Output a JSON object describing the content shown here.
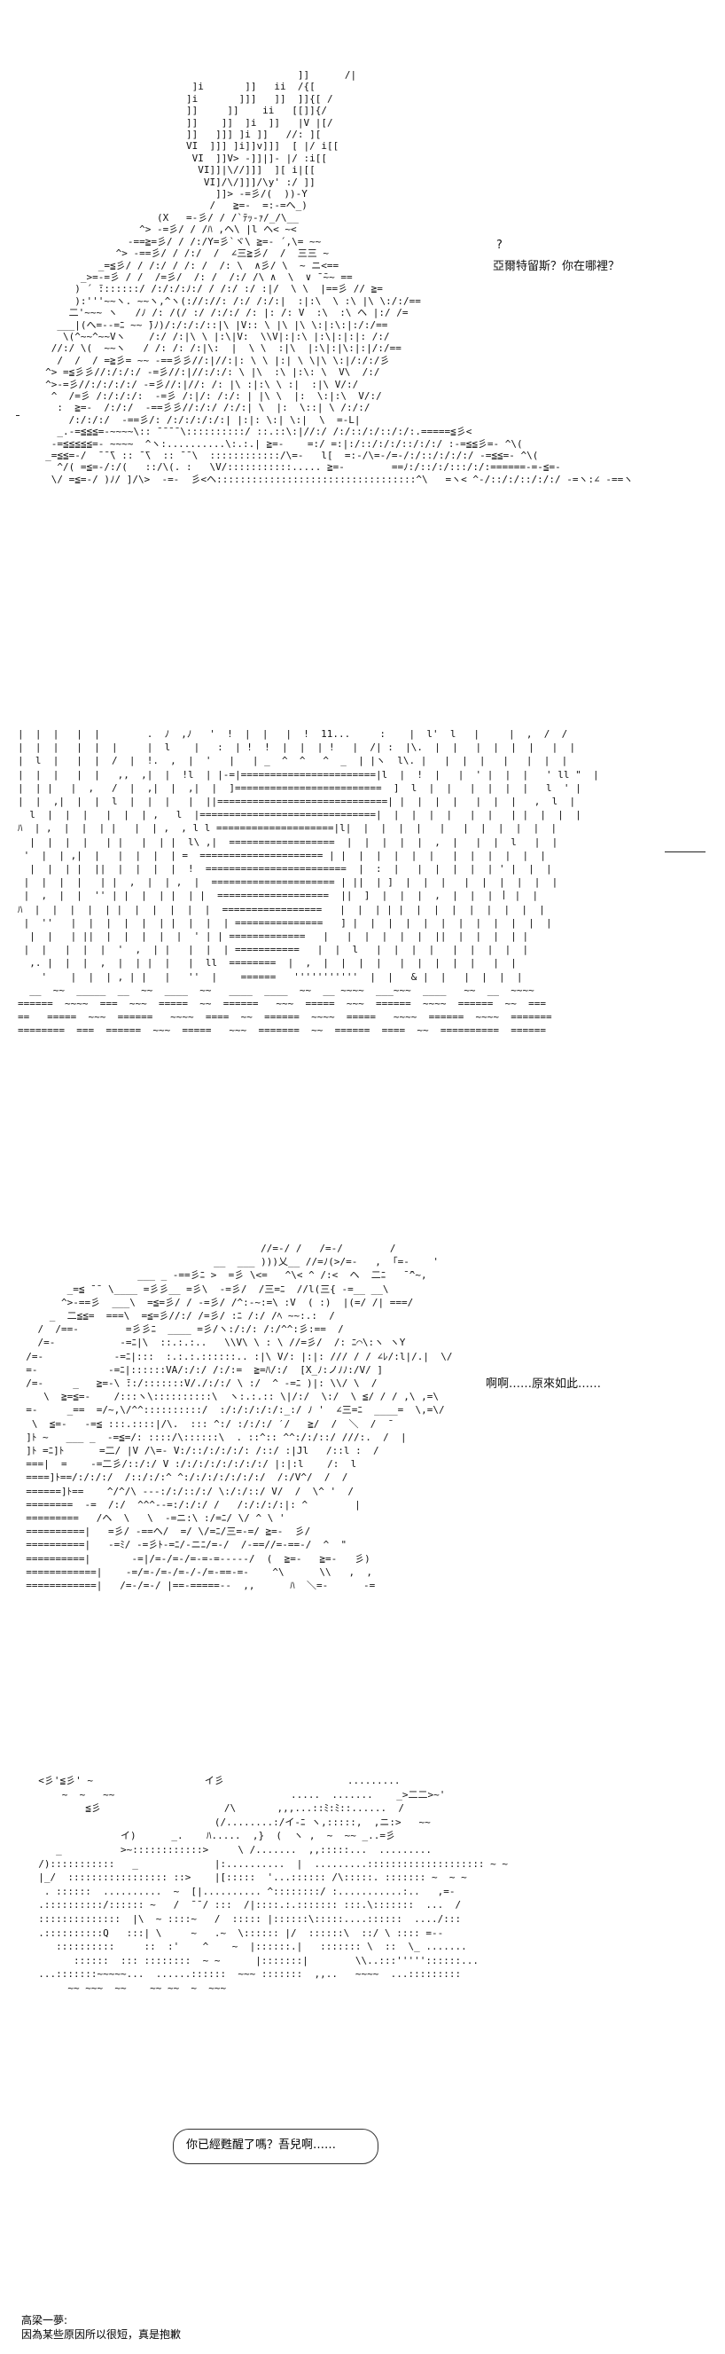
{
  "panel1": {
    "question_mark": "?",
    "dialog": "亞爾特留斯？你在哪裡？",
    "aa_lines": [
      "                                                ]]      /|",
      "                              ]i       ]]   ii  /{[",
      "                             ]i       ]]]   ]]  ]]{[ /",
      "                             ]]     ]]    ii   [[]]{/",
      "                             ]]    ]]  ]i  ]]   |V |[/",
      "                             ]]   ]]] ]i ]]   //: ][",
      "                             VI  ]]] ]i]]v]]]  [ |/ i[[",
      "                              VI  ]]V> -]]|]- |/ :i[[",
      "                               VI]]|\\//]]]  ][ i|[[",
      "                                VI]/\\/]]]/\\y' :/ ]]",
      "                                  ]]> -=彡/(  ))-Y",
      "                                 /   ≧=-  =:-=へ_)",
      "                        (X   =-彡/ / /`ﾃｯ‐ｧ/_/\\__",
      "                     ^> -=彡/ / /ﾊ ,ヘ\\ |l ヘ< ~<",
      "                   -==≧=彡/ / /:/Y=彡`ヾ\\ ≧=- ´,\\= ~~",
      "                 ^> -==彡/ / /:/  /  ∠三≧彡/  /  三三 ~",
      "              _=≦彡/ / /:/ / /: /  /: \\  ∧彡/ \\  ~ ニ<==",
      "           _>=-=彡 / /  /=彡/  /: /  /:/ /\\ ∧  \\  ∨ ̄ ̄~~ ==",
      "          ) ´ ̄:::::::/ /:/:/:ﾉ:/ / /:/ :/ :|/  \\ \\  |==彡 // ≧=",
      "          ):'''~~ヽ. ~~ヽ,^ヽ(://://: /:/ /:/:|  :|:\\  \\ :\\ |\\ \\:/:/==",
      "         二'~~~ ヽ   /ﾉ /: /(/ :/ /:/:/ /: |: /: V  :\\  :\\ ヘ |:/ /=",
      "       ___|(へ=--=ﾆ ~~ ̄)ﾉ)/:/:/:/::|\\ |V:: \\ |\\ |\\ \\:|:\\:|:/:/==",
      "        \\(^~~^~~Vヽ    /:/ /:|\\ \\ |:\\|V:  \\\\V|:|:\\ |:\\|:|:|: /:/",
      "      //:/ \\(  ~~ヽ   / /: /: /:|\\:  |  \\ \\  :|\\  |:\\|:|\\:|:|/:/==",
      "       /  /  / =≧彡= ~~ -==彡彡//:|//:|: \\ \\ |:| \\ \\|\\ \\:|/:/:/彡",
      "     ^> =≦彡彡//:/:/:/ -=彡//:|//:/:/: \\ |\\  :\\ |:\\: \\  V\\  /:/",
      "     ^>-=彡//:/:/:/:/ -=彡//:|//: /: |\\ :|:\\ \\ :|  :|\\ V/:/",
      "      ^  /=彡 /:/:/:/:  -=彡 /:|/: /:/: | |\\ \\  |:  \\:|:\\  V/:/",
      "       :  ≧=-  /:/:/  -==彡彡//:/:/ /:/:| \\  |:  \\::| \\ /:/:/",
      "         /:/:/:/  -==彡/: /:/:/:/:/:| |:|: \\:| \\:|  \\  =-L|",
      "       _.-=≦≦≦=-~~~~\\:: ̄ ̄ ̄ ̄ \\::::::::::/ ::.::\\:|//:/ /:/::/:/::/:/:.=====≦彡<",
      "      -=≦≦≦≦≦=- ~~~~  ^ヽ:..........\\:.:.| ≧=-    =:/ =:|:/::/:/:/::/:/:/ :-=≦≦彡=- ^\\(",
      "     _=≦≦=-/  ̄ ̄ ̄\\ :: ̄ ̄\\  :: ̄ ̄ \\  ::::::::::::/\\=-   l[  =:-/\\=-/=-/:/::/:/:/:/ -=≦≦=- ^\\(",
      "       ^/( =≦=-/:/(   ::/\\(. :   \\V/:::::::::::..... ≧=-        ==ﾉ:/::/:/:::/:/:======-=-≦=-",
      "      \\/ =≦=-/ )ﾉ/ ]/\\>  -=-  彡<ヘ::::::::::::::::::::::::::::::::::^\\   =ヽ< ^-/::/:/::/:/:/ -=ヽ:∠ -==ヽ"
    ]
  },
  "panel2": {
    "aa_lines": [
      "|  |  |   |  |        .  ﾉ  ,ﾉ   '  !  |  |   |  !  11...     :    |  l'  l   |     |  ,  /  /",
      "|  |  |   |  |  |     |  l    |   :  | !  !  |  |  | !   |  /| :  |\\.  |  |   |  |  |  |   |  |",
      "|  l  |   |  |  /  |  !.  ,  |  '   |   | _  ^  ^   ^  _  | |ヽ  l\\. |   |  |  |   |   |  |  |",
      "|  |  |   |  |   ,,  ,|  |  !l  | |-=|=======================|l  |  !  |   |  ' |  |  |   ' ll \"  |",
      "|  | |   |  ,   /  |  ,|  |  ,|  |  ]=========================  ]  l  |  |   |  |  |  |   l  ' |",
      "|  |  ,|  |  |  l  |  |  |   |  ||=============================| |  |  |  |   |  |  |   ,  l  |",
      "  l  |  |  |   |  |  | ,   l  |==============================|  |  |  |  |   |  |   | |  |  |  |",
      "ﾊ  | ,  |  |  | |   |  | ,  , l l ====================|l|  |  |  |  |   |   |  |  |  |  |  |",
      "  |  |  |  |   | |   |  | |  l\\ ,|  ==================  |  |  |  |  |  ,  |   |  |  l   |  |",
      " '  |  | ,|  |   |  |  |  | =  ===================== | |  |  |  |  |  |   |  |  |  |  |  |",
      "  |  |  | |  ||  |  |  |  |  !  ========================  |  :  |   |  |  |  |  | ' |  |  |",
      " |  |  |  |   | |  ,  |  | ,  |  ===================== | ||  | ]  |  |  |   |  |  |  |  |  |",
      " |  ,  |  |  '' | |  |  | |  | |  ===================  ||  ]  |  |  |  ,  |  |  | 丨 |  |",
      "ﾊ  |  |  |  |  | |  |  |  |  |  |  =================   |  |  | | |  |  |  |  |  |  |  |  |",
      " |  ''   |  |  |  |  |  | |  |  |  | ===============   ] |  |  |  |  |  |  |  |  |  |  |  |",
      "  |  |   | ||  |  |  |  |  |  ' | | =============   |   |  |  |  |  |  ||  |  |  |  | |",
      " |  |   |  |  |  '  ,  | |   |  |  | ===========   |  |  l   |  |  |  |   |  |  |  |  |",
      "  ,. |  |  |  ,  |  | |  |   |  ll  ========  |  ,  |  |  |  |   |  |  |  |  |   |  |",
      "    '    |  |  | , | |   |   ''  |    ======   '''''''''''  |  |   & |  |   |  |  |  |",
      "  __  ~~  _____  __  ~~  ____  ~~   ____  ____  ~~  __ ~~~~  ___~~~  ____   ~~  __  ~~~~  ",
      "======  ~~~~  ===  ~~~  =====  ~~  ======   ~~~  =====  ~~~  ======  ~~~~  ======  ~~  ===",
      "==   =====  ~~~  ======   ~~~~  ====  ~~  ======  ~~~~  =====   ~~~~  ======  ~~~~  =======",
      "========  ===  ======  ~~~  =====   ~~~  =======  ~~  ======  ====  ~~  ==========  ======"
    ]
  },
  "panel3": {
    "dialog": "啊啊……原來如此……",
    "aa_lines": [
      "                                          //=-/ /   /=-/        /",
      "                                  __  ___ )))乂__ //=ﾉ(>/=-   ,  ｢=-    '",
      "                     ___ _ -==彡ﾆ >  =彡 \\<=   ^\\< ^ /:<  ヘ  二ﾆ   ̄ ̄^~,",
      "         _=≦ ̄ ̄  \\____ =彡彡__ =彡\\  -=彡/  /三=ﾆ  //l(三{ -=__ __\\",
      "        ^>-==彡  ___\\  =≦=彡/ / -=彡/ /^:-~:=\\ :V  ( :)  |(=/ /| ===/ ",
      "      _  二≦≦=  ===\\  =≦=彡//:/ /=彡/ :ﾆ /:/ /ﾍ ~~:.:  /",
      "    /  /==-        =彡彡ﾆ  ____ =彡/ヽ:/:/: /:/^^:彡:==  /",
      "    /=-           -=ﾆ|\\  ::.:.:..   \\\\V\\ \\ : \\ //=彡/  /: ﾆ⌒\\:ヽ ヽY",
      "  /=-            -=ﾆ|:::  :.:.:.::::::.. :|\\ V/: |:|: /// / / ∠ﾚ/:l|/.|  \\/",
      "  =-            -=ﾆ|::::::VA/:/:/ /:/:=  ≧=ﾊ/:/  [X_ﾉ:ノﾉﾉ:/V/ ]",
      "  /=-     _   ≧=-\\ ̄::/:::::::V/./:/:/ \\ :/  ^ -=ﾆ )|: \\\\/ \\  /",
      "     \\  ≧=≦=-    /:::ヽ\\::::::::::\\  ヽ:.:.:: \\|/:/  \\:/  \\ ≦/ / / ,\\ ,=\\",
      "  =-     _==  =/~,\\/^^::::::::::/  :/:/:/:/:/:_:/ ﾉ '  ∠三=ﾆ  ____=  \\,=\\/",
      "   \\  ≦=-   -=≦ :::.::::|/\\.  ::: ^:/ :/:/:/ ′/   ≧/  /  ＼  /  ̄",
      "  ]ﾄ ~   ___ _  -=≦=/: ::::/\\::::::\\  . ::^:: ^^:/:/::/ ///:.  /  |",
      "  ]ﾄ =ﾆ]ﾄ      =二/ |V /\\=- V:/::/:/:/:/: /::/ :|Jl   /::l :  /",
      "  ===|  =    -=二彡/::/:/ V :/:/:/:/:/:/:/:/ |:|:l    /:  l  ",
      "  ====]ﾄ==/:/:/:/  /::/:/:^ ^:/:/:/:/:/:/:/  /:/V^/  /  /",
      "  ======]ﾄ==    ^/^/\\ ---:/:/::/:/ \\:/:/::/ V/  /  \\^ '  /  ",
      "  ========  -=  /:/  ^^^--=:/:/:/ /   /:/:/:/:|: ^        |",
      "  =========   /ヘ  \\   \\  -=ニ:\\ :/=ﾆ/ \\/ ^ \\ '",
      "  ==========|   =彡/ -==ヘ/  =/ \\/=ﾆ/三=-=/ ≧=-  彡/ ",
      "  ==========|   -=ﾐ/ -=彡ﾄ-=ﾆ/-ニﾆ/=-/  /-==//=-==-/  ^  \"  ",
      "  ==========|       -=|/=-/=-/=-=-=-----/  (  ≧=-   ≧=-   彡)",
      "  ============|    -=/=-/=-/=-/-/=-==-=-    ^\\      \\\\   ,  ,",
      "  ============|   /=-/=-/ |==-=====--  ,,      ﾊ  ＼=-      -="
    ]
  },
  "panel4": {
    "aa_lines": [
      "  <彡'≦彡' ~                   イ彡                     .........",
      "      ~  ~   ~~                              .....  .......    _>二二>~'",
      "          ≦彡                     /\\       ,,,...::ﾐ:ﾐ::......  /",
      "                                (/........:/イ-ﾆ ヽ,:::::,  ,ニ:>   ~~",
      "                イ)      _.    ﾊ.....  ,}  (  ヽ ,  ~  ~~ _..=彡",
      "     _          >~::::::::::::>     \\ /.......  ,,:::::...  .........",
      "  /):::::::::::   _             |:..........  |  .........:::::::::::::::::::: ~ ~",
      "  |_/  ::::::::::::::::: ::>    |[:::::  '...:::::: /\\:::::. ::::::: ~  ~ ~",
      "   . ::::::  ..........  ~  [|.......... ^::::::::/ :...........:..   ,=-",
      "  .::::::::::/:::::: ~   /  ̄ ̄ / :::  /|::::.:.::::::: :::.\\:::::::  ...  /",
      "  ::::::::::::::  |\\  ~ ::::~   /  ::::: |::::::\\:::::....::::::  ..../:::",
      "  .::::::::::Q   :::| \\     ~   .~  \\:::::: |/  ::::::\\  ::/ \\ :::: =--",
      "     ::::::::::     ::  :'    ^    ~  |::::::.|   ::::::: \\  ::  \\_ .......",
      "        ::::::  ::: ::::::::  ~ ~      |:::::::|        \\\\..:::'''''::::::...",
      "  ...:::::::~~~~~...  ......::::::  ~~~ :::::::  ,,..   ~~~~  ...:::::::::",
      "       ~~ ~~~  ~~    ~~ ~~  ~  ~~~"
    ],
    "bubble_text": "你已經甦醒了嗎？吾兒啊……"
  },
  "footer": {
    "line1": "高梁一夢:",
    "line2": "因為某些原因所以很短，真是抱歉"
  }
}
